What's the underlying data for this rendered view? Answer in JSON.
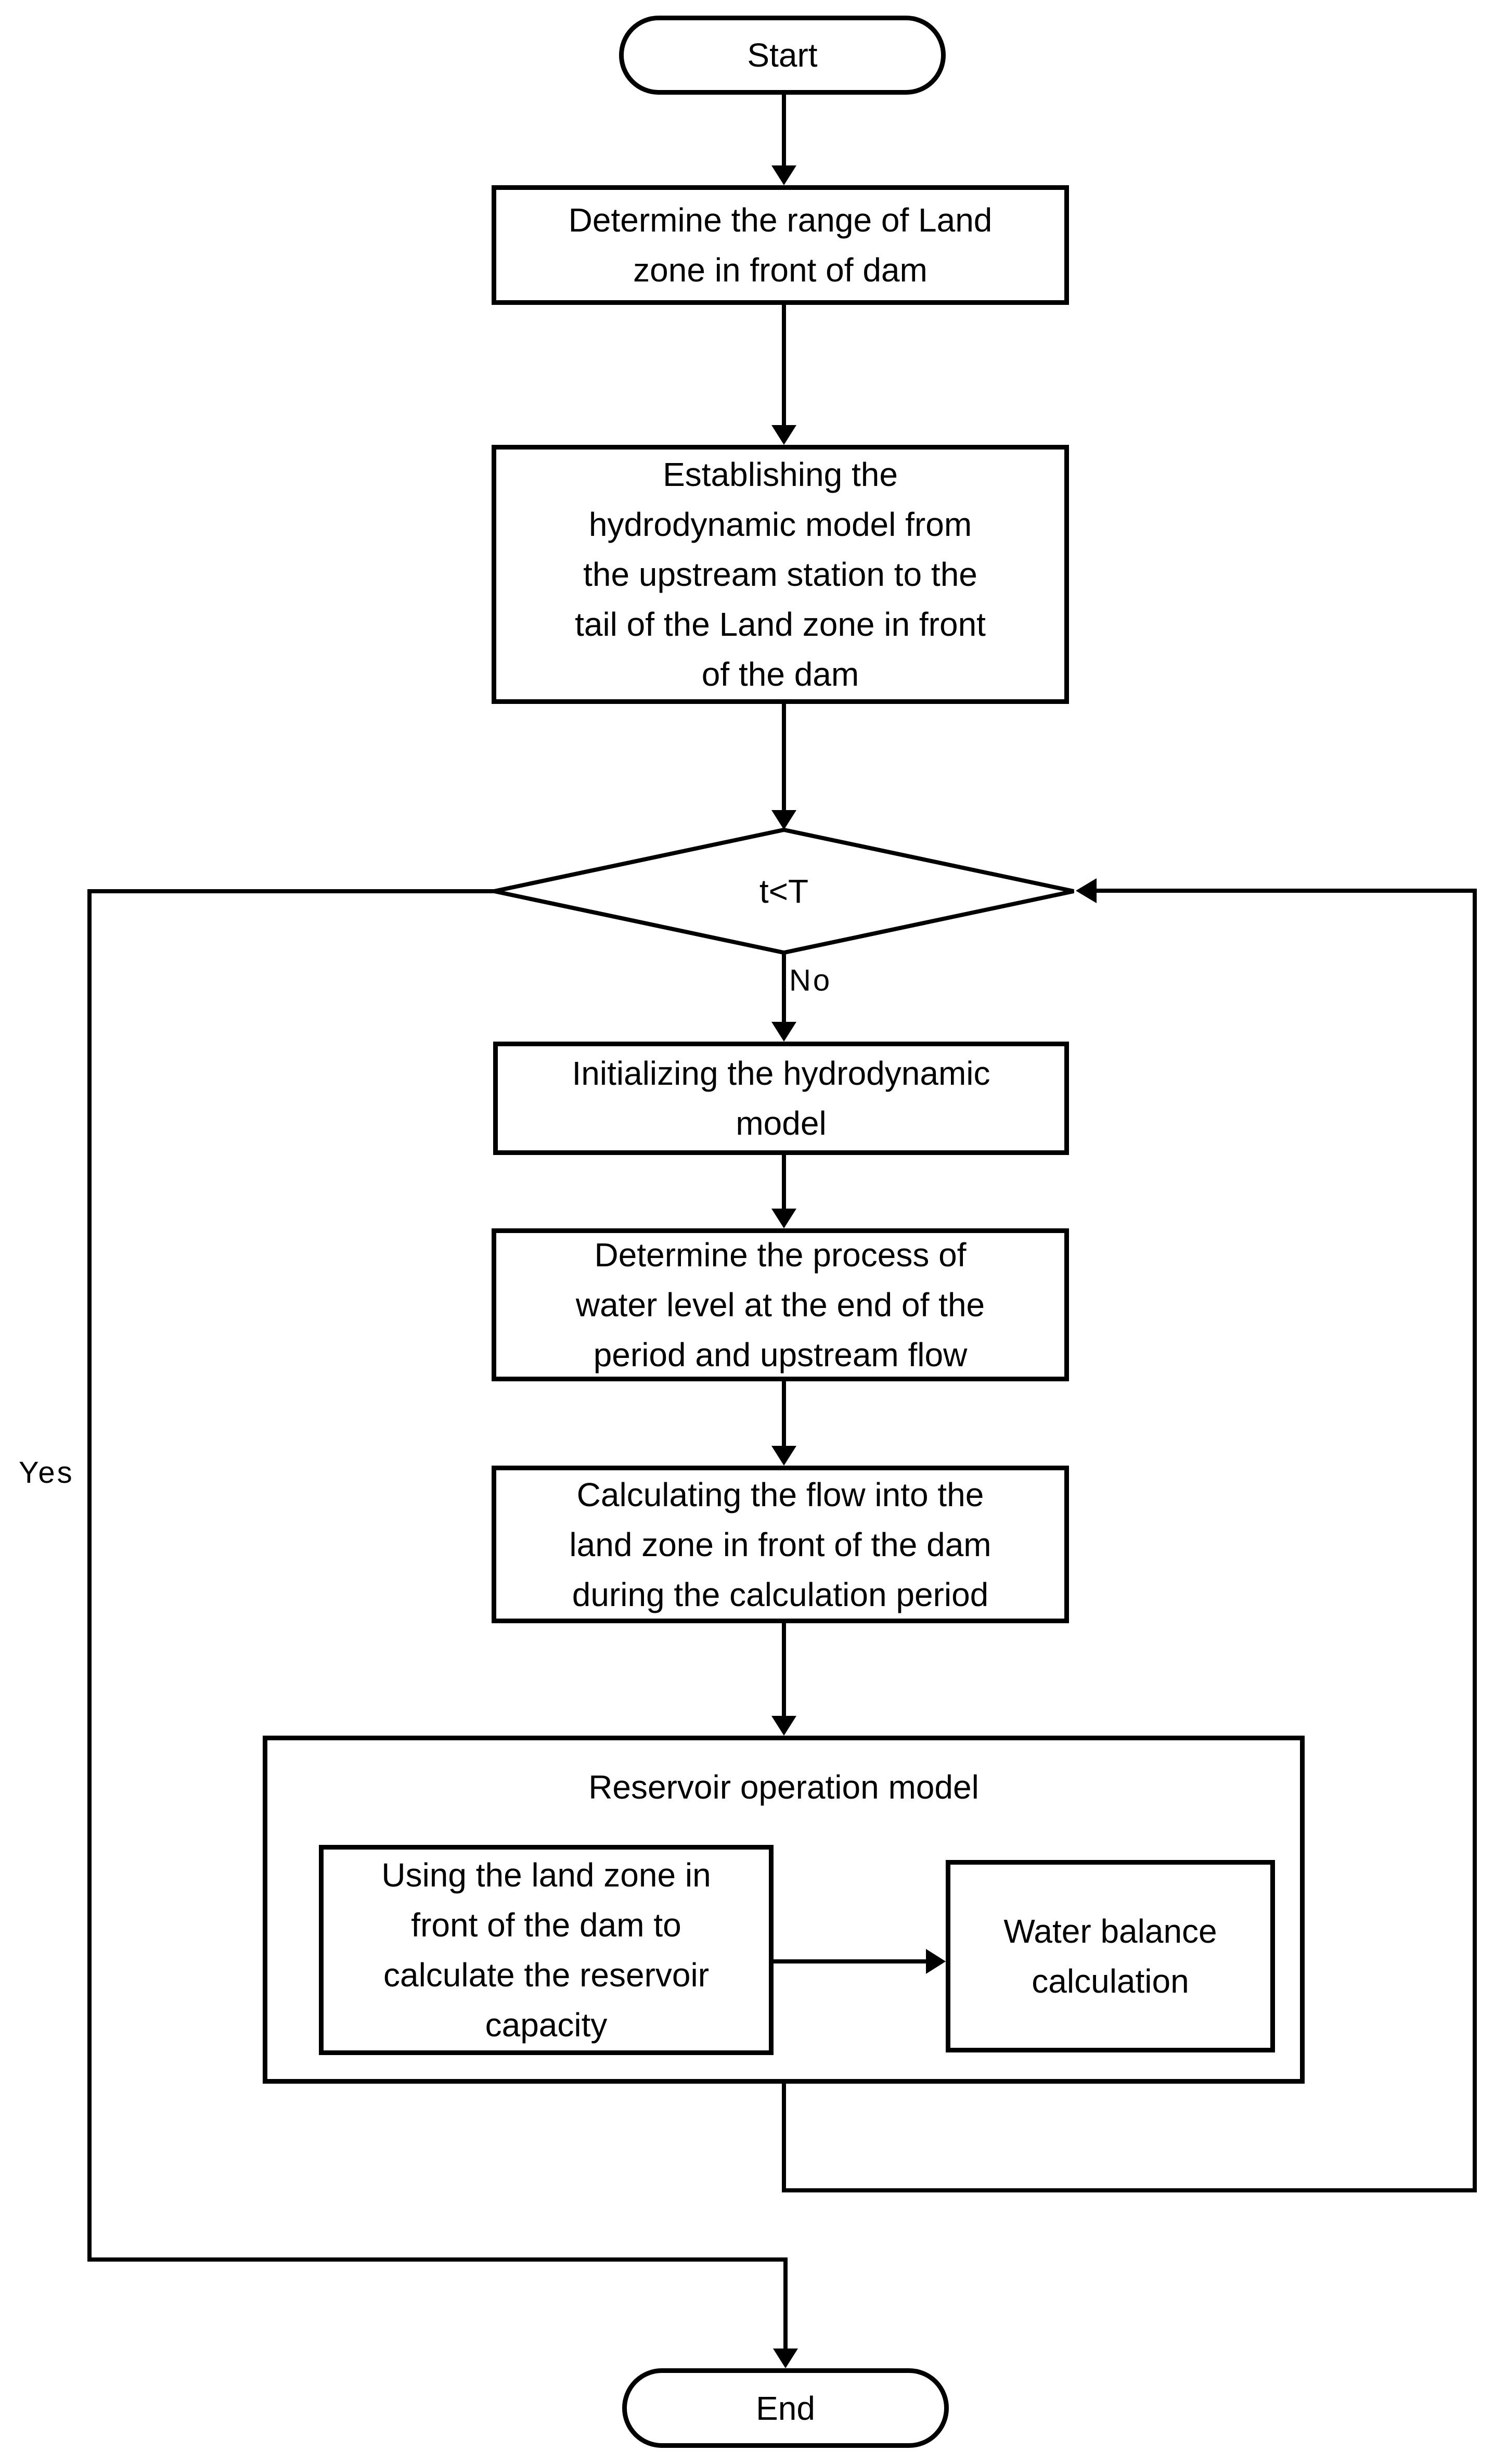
{
  "diagram": {
    "background_color": "#ffffff",
    "stroke_color": "#000000",
    "text_color": "#000000",
    "nodes": {
      "start": {
        "type": "terminator",
        "label": "Start"
      },
      "determine_range": {
        "type": "process",
        "label": "Determine the range of Land\nzone in front of dam"
      },
      "establish_model": {
        "type": "process",
        "label": "Establishing the\nhydrodynamic model from\nthe upstream station to the\ntail of the Land zone in front\nof the dam"
      },
      "time_decision": {
        "type": "decision",
        "label": "t<T"
      },
      "initialize_model": {
        "type": "process",
        "label": "Initializing the hydrodynamic\nmodel"
      },
      "determine_water_level": {
        "type": "process",
        "label": "Determine the process of\nwater level at the end of the\nperiod and upstream flow"
      },
      "calculate_flow": {
        "type": "process",
        "label": "Calculating the flow into the\nland zone in front of the dam\nduring the calculation period"
      },
      "reservoir_group": {
        "type": "group",
        "label": "Reservoir operation model"
      },
      "using_land_zone": {
        "type": "process",
        "label": "Using the land zone in\nfront of the dam to\ncalculate the reservoir\ncapacity"
      },
      "water_balance": {
        "type": "process",
        "label": "Water balance\ncalculation"
      },
      "end": {
        "type": "terminator",
        "label": "End"
      }
    },
    "edge_labels": {
      "no": "No",
      "yes": "Yes"
    }
  }
}
